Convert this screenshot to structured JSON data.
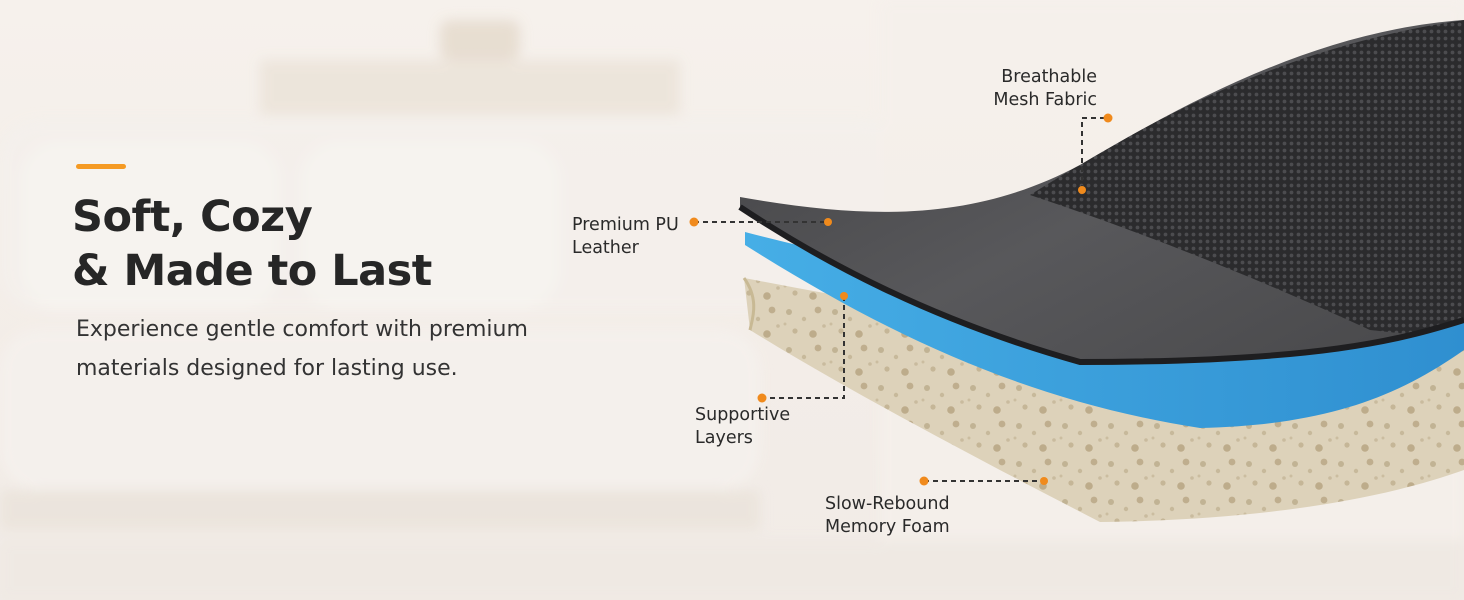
{
  "headline": {
    "line1": "Soft, Cozy",
    "line2": "& Made to Last"
  },
  "subtext": {
    "line1": "Experience gentle comfort with premium",
    "line2": "materials designed for lasting use."
  },
  "layers": [
    {
      "id": "mesh",
      "lines": [
        "Breathable",
        "Mesh Fabric"
      ]
    },
    {
      "id": "leather",
      "lines": [
        "Premium PU",
        "Leather"
      ]
    },
    {
      "id": "support",
      "lines": [
        "Supportive",
        "Layers"
      ]
    },
    {
      "id": "foam",
      "lines": [
        "Slow-Rebound",
        "Memory Foam"
      ]
    }
  ],
  "colors": {
    "accent": "#f59a23",
    "headline": "#262626",
    "mesh": "#2c2c2e",
    "leather": "#4a4a4c",
    "support_layer": "#3aa0d8",
    "memory_foam": "#dcd1b8",
    "callout_dot": "#f08a1c"
  },
  "scene": {
    "background": "blurred-living-room-sofa",
    "product": "layered-insole-cross-section-icon"
  }
}
